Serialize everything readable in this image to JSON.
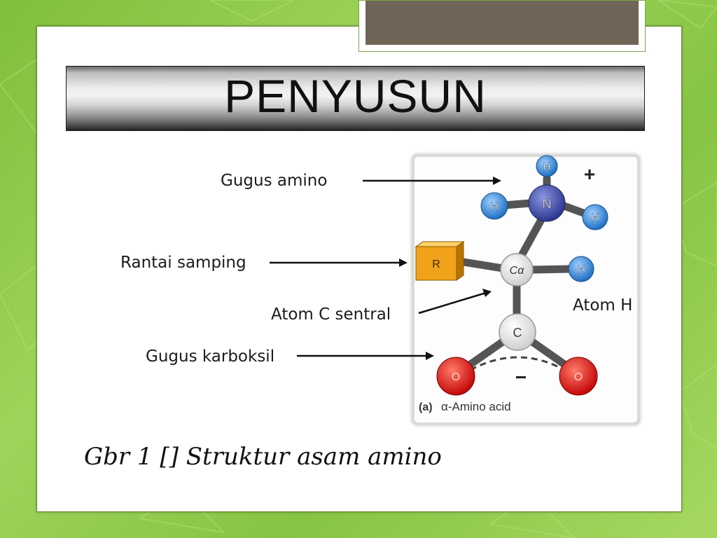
{
  "slide": {
    "title": "PENYUSUN",
    "caption": "Gbr 1 [] Struktur asam amino"
  },
  "labels": {
    "amino_group": "Gugus amino",
    "side_chain": "Rantai samping",
    "central_carbon": "Atom C sentral",
    "hydrogen_atom": "Atom H",
    "carboxyl_group": "Gugus karboksil"
  },
  "figure": {
    "atoms": {
      "nitrogen": "N",
      "hydrogen": "H",
      "r_group": "R",
      "alpha_carbon": "Cα",
      "carbon": "C",
      "oxygen": "O"
    },
    "charges": {
      "positive": "+",
      "negative": "−"
    },
    "caption_prefix": "(a)",
    "caption_text": "α-Amino acid"
  },
  "colors": {
    "background_green": "#8cc84b",
    "hydrogen_blue": "#2f86d8",
    "nitrogen_blue": "#3a4aa8",
    "r_group_orange": "#f0a21a",
    "oxygen_red": "#e01414"
  }
}
